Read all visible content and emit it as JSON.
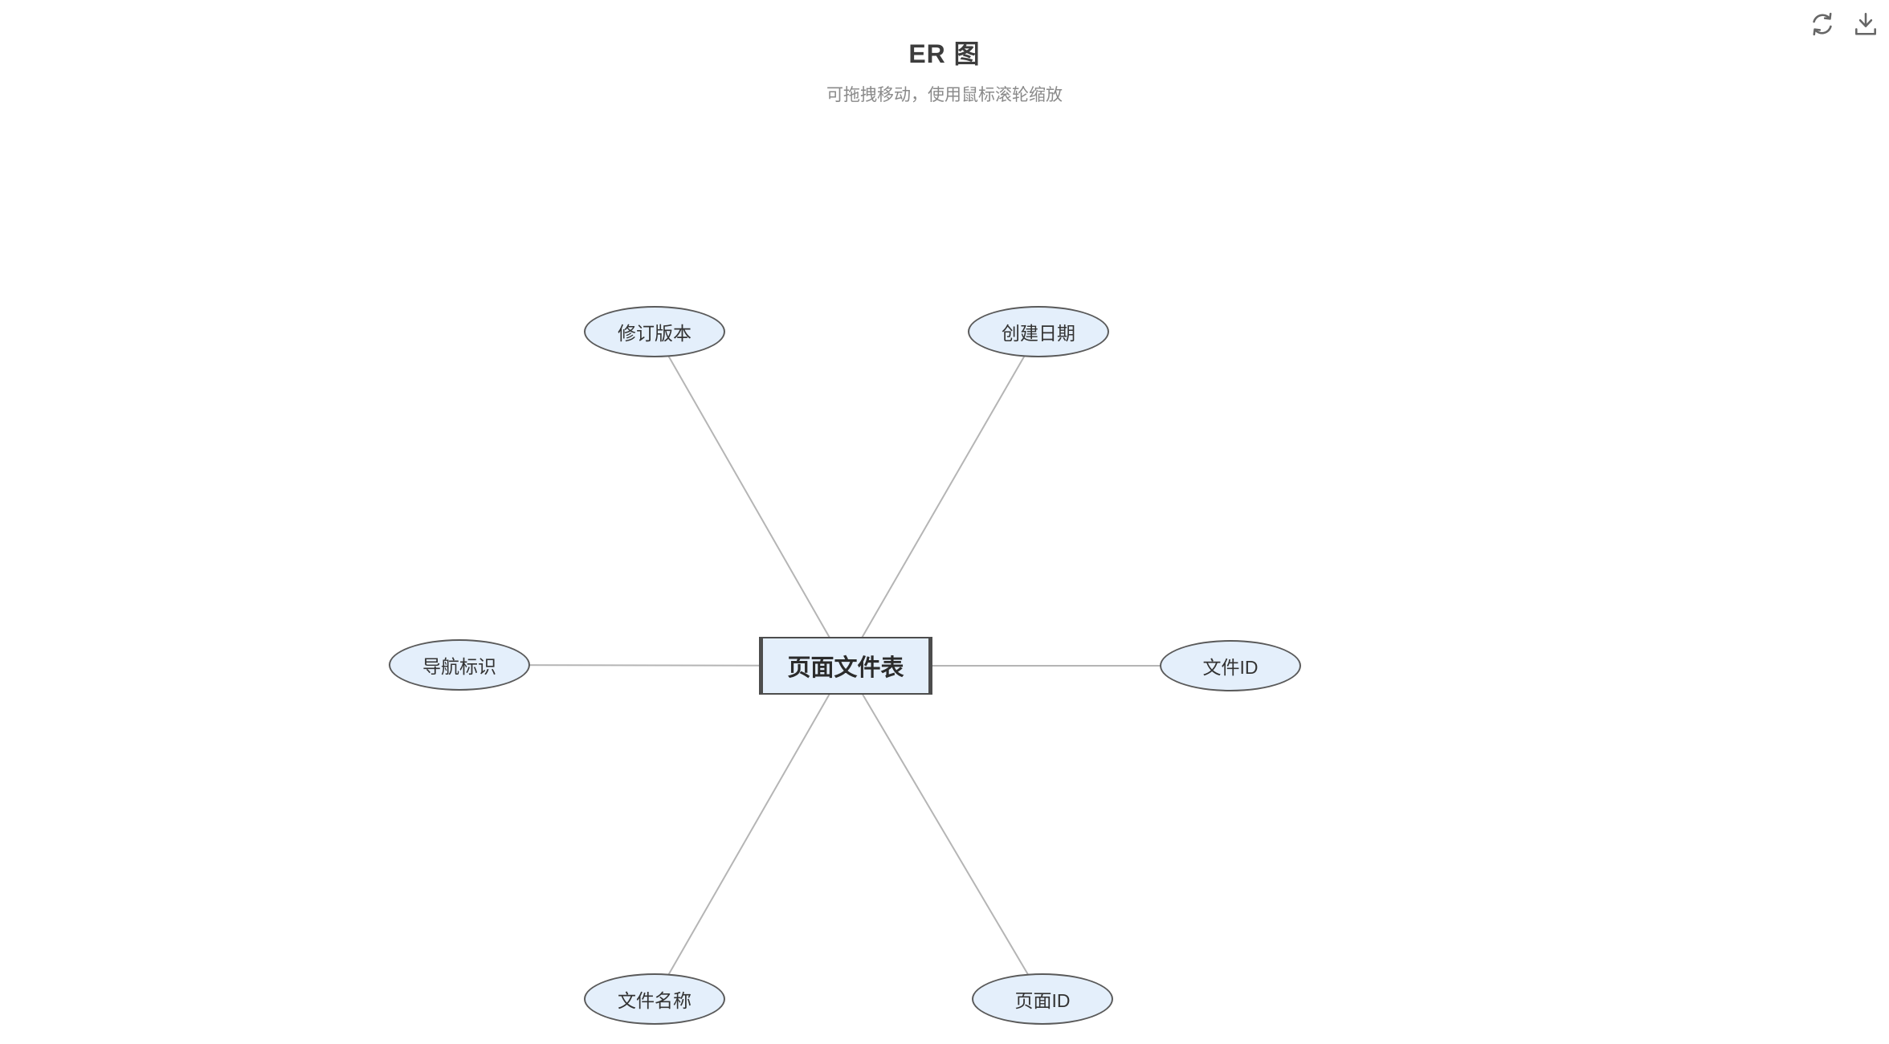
{
  "header": {
    "title": "ER 图",
    "subtitle": "可拖拽移动，使用鼠标滚轮缩放"
  },
  "toolbar": {
    "buttons": [
      {
        "icon": "refresh-icon"
      },
      {
        "icon": "download-icon"
      }
    ]
  },
  "diagram": {
    "entity": {
      "label": "页面文件表",
      "type": "entity"
    },
    "attributes": [
      {
        "label": "修订版本"
      },
      {
        "label": "创建日期"
      },
      {
        "label": "导航标识"
      },
      {
        "label": "文件ID"
      },
      {
        "label": "文件名称"
      },
      {
        "label": "页面ID"
      }
    ],
    "colors": {
      "node_fill": "#e4effb",
      "attribute_border": "#5a5a5a",
      "entity_border": "#4d4d4d",
      "edge": "#b5b5b5",
      "icon": "#666666"
    }
  }
}
